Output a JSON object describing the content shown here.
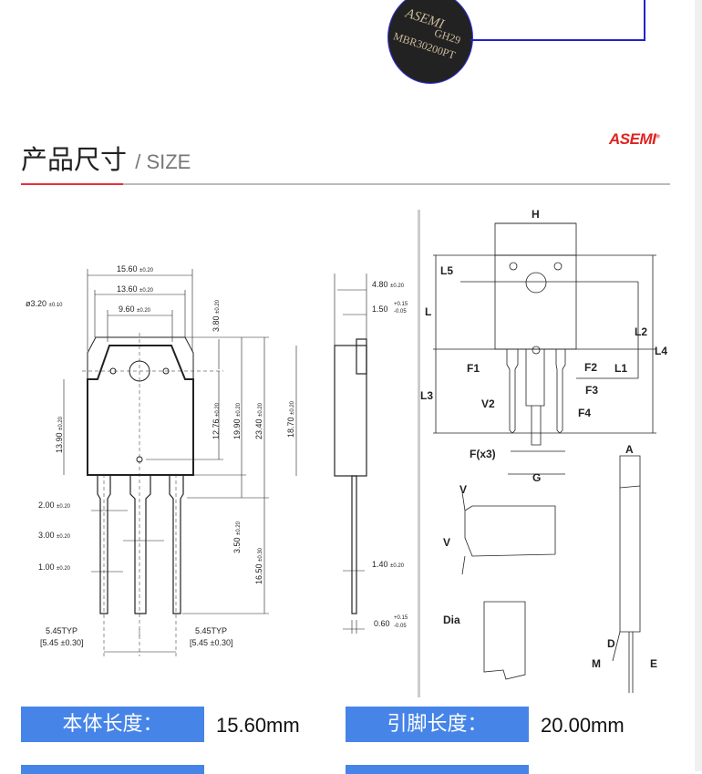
{
  "header_image": {
    "chip_brand": "ASEMI",
    "chip_code": "GH29",
    "chip_part": "MBR30200PT"
  },
  "section": {
    "title_cn": "产品尺寸",
    "title_en": "/ SIZE",
    "logo": "ASEMI",
    "logo_mark": "®"
  },
  "drawing_left": {
    "front": {
      "w1": "15.60",
      "w1_tol": "±0.20",
      "w2": "13.60",
      "w2_tol": "±0.20",
      "w3": "9.60",
      "w3_tol": "±0.20",
      "hole": "ø3.20",
      "hole_tol": "±0.10",
      "h_380": "3.80",
      "h_380_tol": "±0.20",
      "h_1276": "12.76",
      "h_1276_tol": "±0.20",
      "h_1990": "19.90",
      "h_1990_tol": "±0.20",
      "h_2340": "23.40",
      "h_2340_tol": "±0.20",
      "h_1390": "13.90",
      "h_1390_tol": "±0.20",
      "h_350": "3.50",
      "h_350_tol": "±0.20",
      "h_1650": "16.50",
      "h_1650_tol": "±0.30",
      "lead_200": "2.00",
      "lead_200_tol": "±0.20",
      "lead_300": "3.00",
      "lead_300_tol": "±0.20",
      "lead_100": "1.00",
      "lead_100_tol": "±0.20",
      "pitch_typ": "5.45TYP",
      "pitch_tol": "[5.45 ±0.30]"
    },
    "side": {
      "t480": "4.80",
      "t480_tol": "±0.20",
      "t150": "1.50",
      "t150_up": "+0.15",
      "t150_dn": "-0.05",
      "h1870": "18.70",
      "h1870_tol": "±0.20",
      "t140": "1.40",
      "t140_tol": "±0.20",
      "t060": "0.60",
      "t060_up": "+0.15",
      "t060_dn": "-0.05"
    }
  },
  "drawing_right": {
    "labels": [
      "H",
      "L5",
      "L",
      "L2",
      "L4",
      "F1",
      "F2",
      "L1",
      "L3",
      "F3",
      "F4",
      "V2",
      "F(x3)",
      "G",
      "A",
      "V",
      "V",
      "Dia",
      "D",
      "M",
      "E"
    ]
  },
  "specs": [
    {
      "label": "本体长度：",
      "value": "15.60mm"
    },
    {
      "label": "引脚长度：",
      "value": "20.00mm"
    }
  ],
  "colors": {
    "accent_blue": "#4684e8",
    "brand_red": "#e0221e"
  }
}
